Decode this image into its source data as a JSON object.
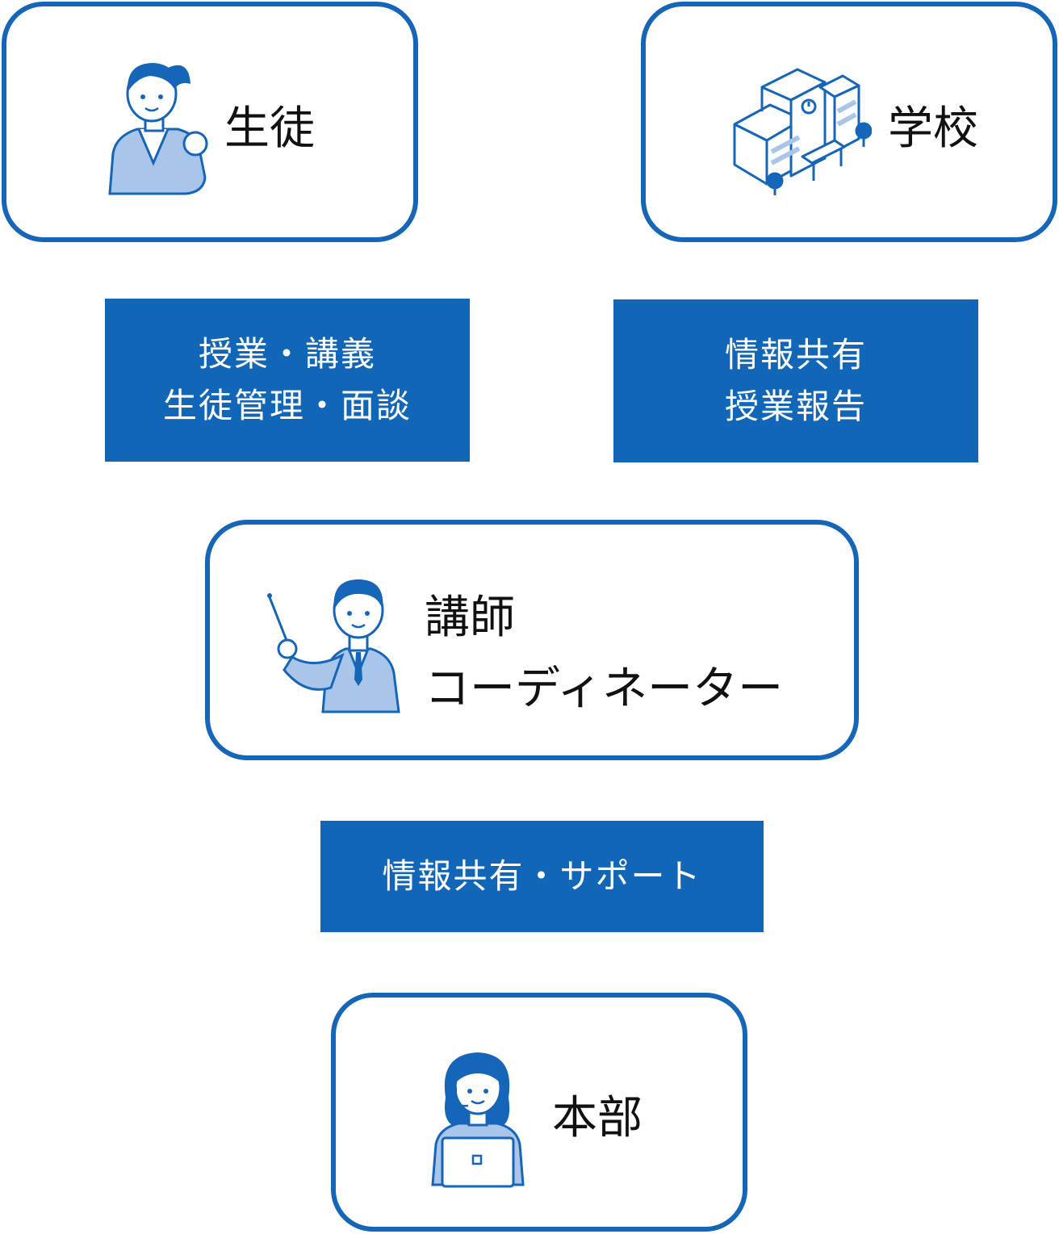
{
  "nodes": {
    "student": {
      "label": "生徒",
      "icon": "student-icon"
    },
    "school": {
      "label": "学校",
      "icon": "school-building-icon"
    },
    "instructor": {
      "label_line1": "講師",
      "label_line2": "コーディネーター",
      "icon": "teacher-with-pointer-icon"
    },
    "headquarters": {
      "label": "本部",
      "icon": "operator-with-laptop-icon"
    }
  },
  "relations": {
    "student_instructor": {
      "line1": "授業・講義",
      "line2": "生徒管理・面談"
    },
    "school_instructor": {
      "line1": "情報共有",
      "line2": "授業報告"
    },
    "instructor_headquarters": {
      "line1": "情報共有・サポート"
    }
  },
  "colors": {
    "accent": "#1565b8",
    "figure_fill": "#a9c6ea",
    "text": "#111111"
  }
}
